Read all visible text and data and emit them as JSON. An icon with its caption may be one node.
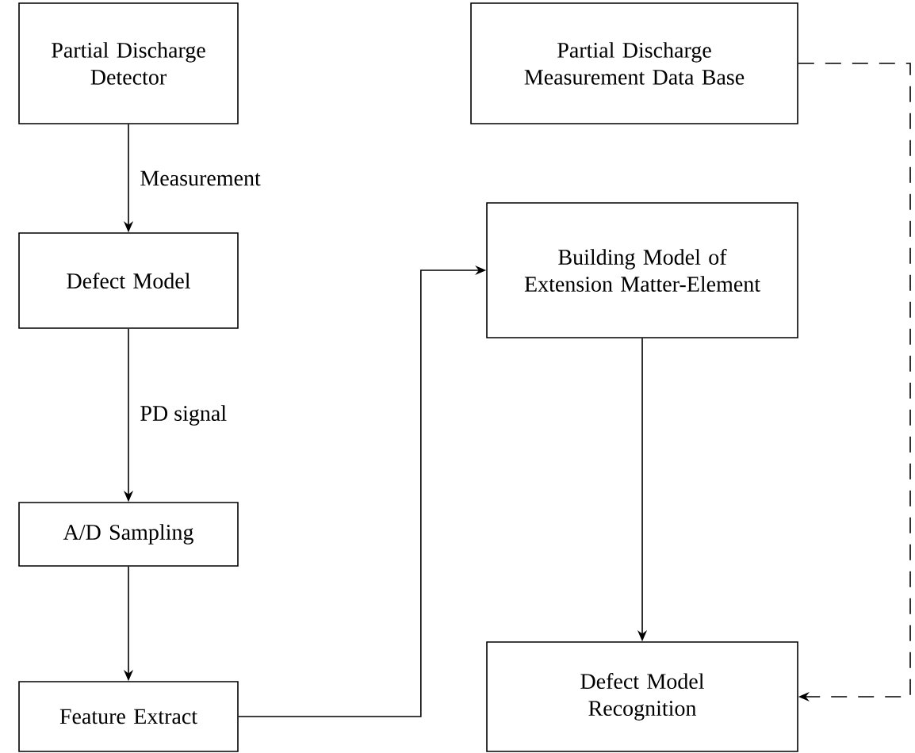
{
  "diagram": {
    "nodes": [
      {
        "text": [
          "Partial Discharge Detector"
        ]
      },
      {
        "text": [
          "Partial Discharge Measurement Data Base"
        ]
      },
      {
        "text": [
          "Defect Model"
        ]
      },
      {
        "text": [
          "A/D Sampling"
        ]
      },
      {
        "text": [
          "Feature Extract"
        ]
      },
      {
        "text": [
          "Building Model of Extension Matter-Element"
        ]
      },
      {
        "text": [
          "Defect Model Recognition"
        ]
      }
    ],
    "edges": [
      {
        "from": 0,
        "to": 2,
        "arrow": "to",
        "label": "Measurement"
      },
      {
        "from": 2,
        "to": 3,
        "arrow": "to",
        "label": "PD signal"
      },
      {
        "from": 3,
        "to": 4,
        "arrow": "to"
      },
      {
        "from": 4,
        "to": 5,
        "arrow": "to"
      },
      {
        "from": 5,
        "to": 6,
        "arrow": "to"
      },
      {
        "from": 1,
        "to": 6,
        "arrow": "to",
        "style": "dashed"
      }
    ]
  }
}
